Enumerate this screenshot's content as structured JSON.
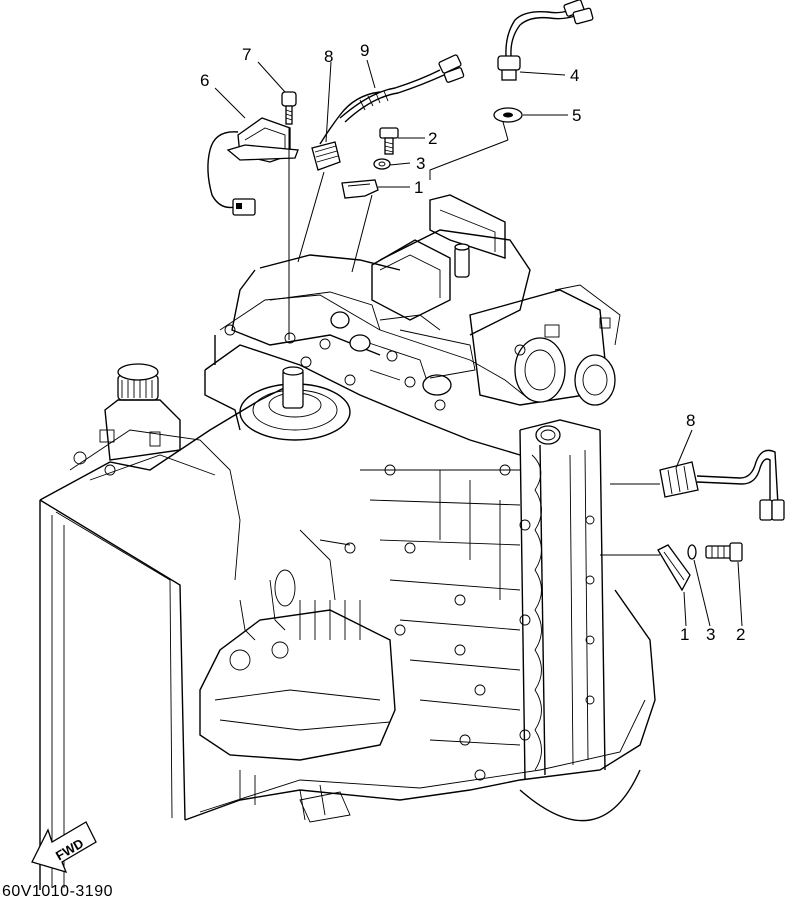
{
  "diagram": {
    "figure_code": "60V1010-3190",
    "direction_label": "FWD",
    "callouts": {
      "top_6": "6",
      "top_7": "7",
      "top_8": "8",
      "top_9": "9",
      "top_4": "4",
      "top_5": "5",
      "top_2": "2",
      "top_3": "3",
      "top_1": "1",
      "right_8": "8",
      "right_1": "1",
      "right_3": "3",
      "right_2": "2"
    }
  }
}
